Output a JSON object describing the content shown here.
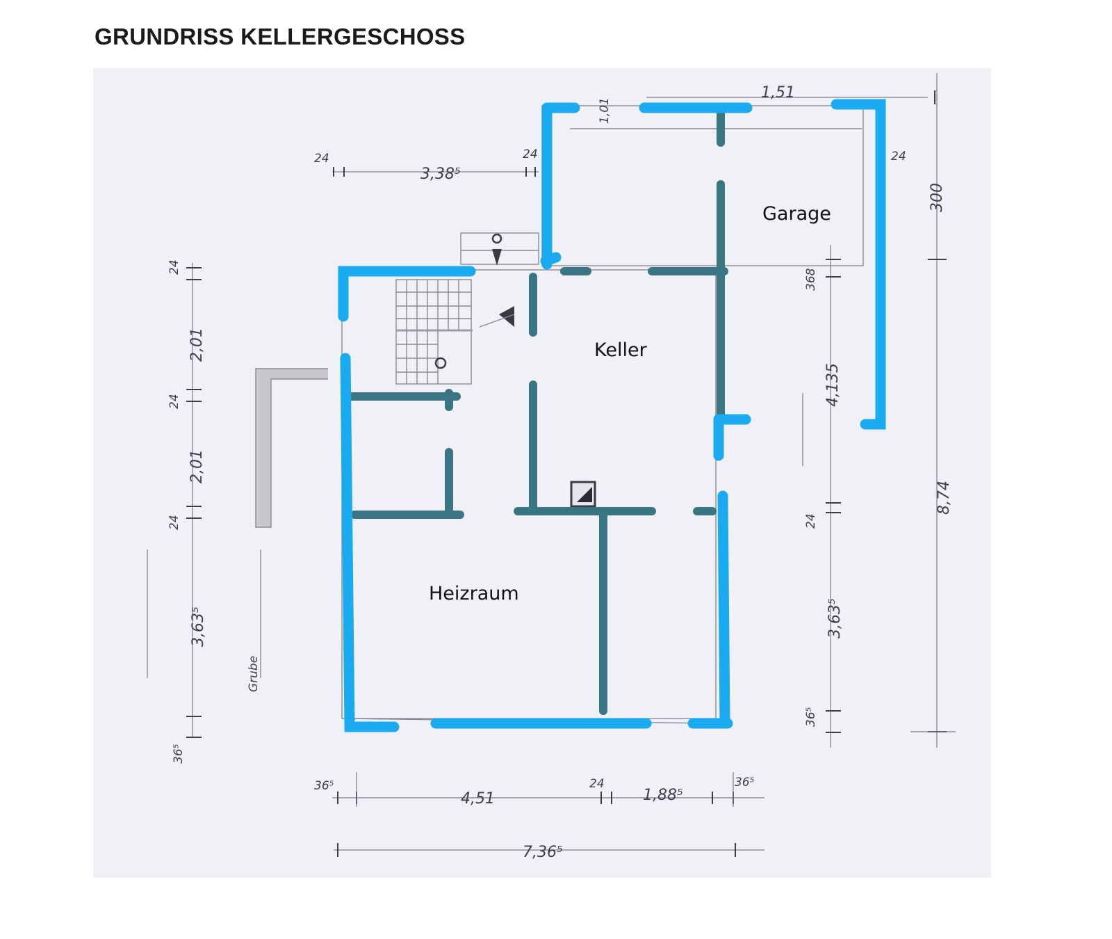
{
  "title": "GRUNDRISS KELLERGESCHOSS",
  "colors": {
    "exterior_wall": "#1aaaf0",
    "interior_wall": "#3a7583",
    "pencil": "#8a8a96",
    "sheet": "#f0f0f7"
  },
  "rooms": {
    "garage": "Garage",
    "keller": "Keller",
    "heizraum": "Heizraum"
  },
  "annotations": {
    "grube": "Grube"
  },
  "dimensions": {
    "top_wall_24_left": "24",
    "top_length": "3,38⁵",
    "top_wall_24_right": "24",
    "garage_top_101": "1,01",
    "garage_width_151": "1,51",
    "garage_side_24": "24",
    "right_300": "300",
    "right_368": "368",
    "right_4135": "4,135",
    "right_24": "24",
    "right_3635": "3,63⁵",
    "right_365": "36⁵",
    "far_right_874": "8,74",
    "left_24_a": "24",
    "left_201_a": "2,01",
    "left_24_b": "24",
    "left_201_b": "2,01",
    "left_24_c": "24",
    "left_3635": "3,63⁵",
    "left_365": "36⁵",
    "bottom_365_left": "36⁵",
    "bottom_451": "4,51",
    "bottom_24": "24",
    "bottom_1885": "1,88⁵",
    "bottom_365_right": "36⁵",
    "bottom_total": "7,36⁵"
  }
}
